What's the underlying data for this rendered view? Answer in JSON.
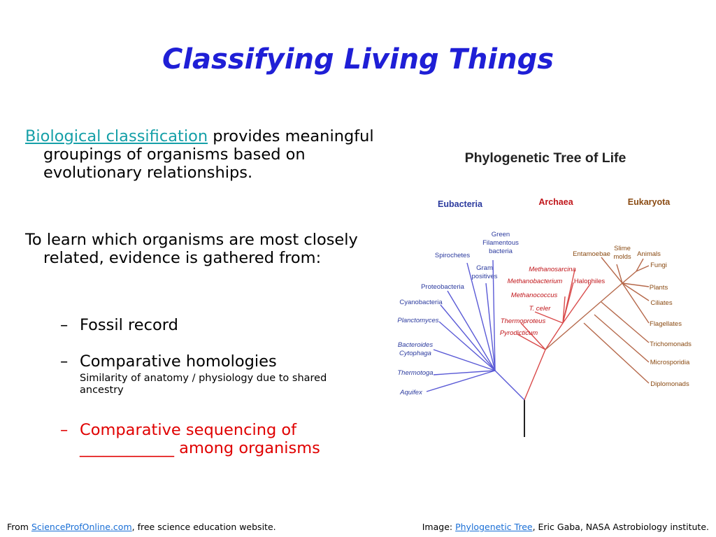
{
  "title": "Classifying Living Things",
  "body": {
    "p1_link": "Biological classification",
    "p1_rest": " provides meaningful groupings of organisms based on evolutionary relationships.",
    "p2": "To learn which organisms are most closely related, evidence is gathered from:",
    "sub1": "Fossil record",
    "sub2": "Comparative homologies",
    "sub2_note": "Similarity of anatomy / physiology due to shared ancestry",
    "sub3": "Comparative sequencing of ____________ among organisms",
    "dash": "–"
  },
  "figure": {
    "title": "Phylogenetic Tree of Life",
    "domains": [
      {
        "label": "Eubacteria",
        "color": "#2b3a9e"
      },
      {
        "label": "Archaea",
        "color": "#c0151a"
      },
      {
        "label": "Eukaryota",
        "color": "#8a4b13"
      }
    ],
    "eubacteria": [
      "Green Filamentous bacteria",
      "Spirochetes",
      "Gram positives",
      "Proteobacteria",
      "Cyanobacteria",
      "Planctomyces",
      "Bacteroides Cytophaga",
      "Thermotoga",
      "Aquifex"
    ],
    "archaea": [
      "Methanosarcina",
      "Methanobacterium",
      "Halophiles",
      "Methanococcus",
      "T. celer",
      "Thermoproteus",
      "Pyrodicticum"
    ],
    "eukaryota": [
      "Entamoebae",
      "Slime molds",
      "Animals",
      "Fungi",
      "Plants",
      "Ciliates",
      "Flagellates",
      "Trichomonads",
      "Microsporidia",
      "Diplomonads"
    ]
  },
  "footer": {
    "left_prefix": "From ",
    "left_link": "ScienceProfOnline.com",
    "left_suffix": ", free science education website.",
    "right_prefix": "Image: ",
    "right_link": "Phylogenetic Tree",
    "right_suffix": ", Eric Gaba, NASA Astrobiology institute."
  },
  "colors": {
    "title": "#1f1fd6",
    "link": "#16a0a8",
    "highlight": "#e00000",
    "eubacteria_branch": "#5a5ad6",
    "archaea_branch": "#d94a4a",
    "eukaryota_branch": "#b5684a"
  }
}
